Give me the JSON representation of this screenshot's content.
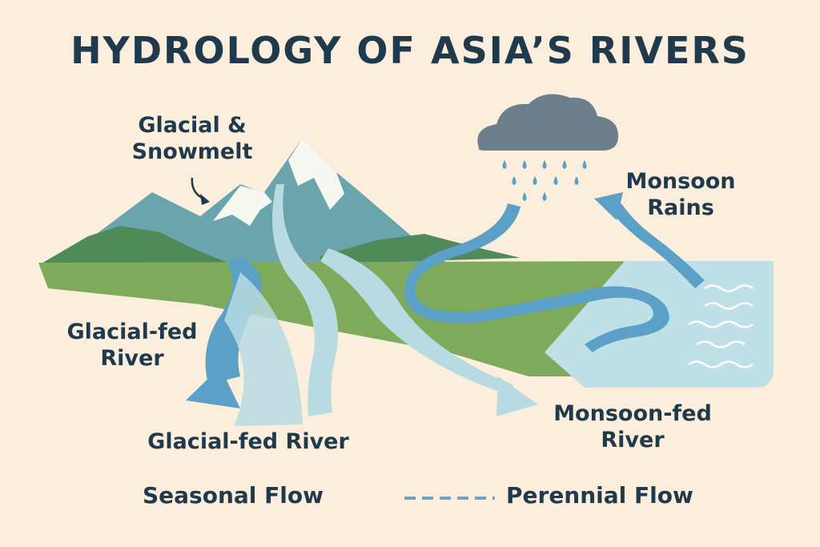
{
  "title": "HYDROLOGY OF ASIA’S RIVERS",
  "labels": {
    "glacial_snowmelt_line1": "Glacial &",
    "glacial_snowmelt_line2": "Snowmelt",
    "monsoon_rains_line1": "Monsoon",
    "monsoon_rains_line2": "Rains",
    "glacial_fed_river_left_line1": "Glacial-fed",
    "glacial_fed_river_left_line2": "River",
    "glacial_fed_river_bottom": "Glacial-fed River",
    "monsoon_fed_river_line1": "Monsoon-fed",
    "monsoon_fed_river_line2": "River"
  },
  "legend": {
    "seasonal": "Seasonal Flow",
    "perennial": "Perennial Flow"
  },
  "colors": {
    "background": "#fbeedc",
    "title": "#1f3a4d",
    "mountain": "#6aa5ae",
    "snow": "#f7f7f2",
    "hills": "#4f8a58",
    "plain": "#7faa5c",
    "river_glacial": "#5aa0c7",
    "river_pale": "#b8dbe3",
    "sea": "#bfe0e6",
    "cloud": "#6d7f8c"
  }
}
